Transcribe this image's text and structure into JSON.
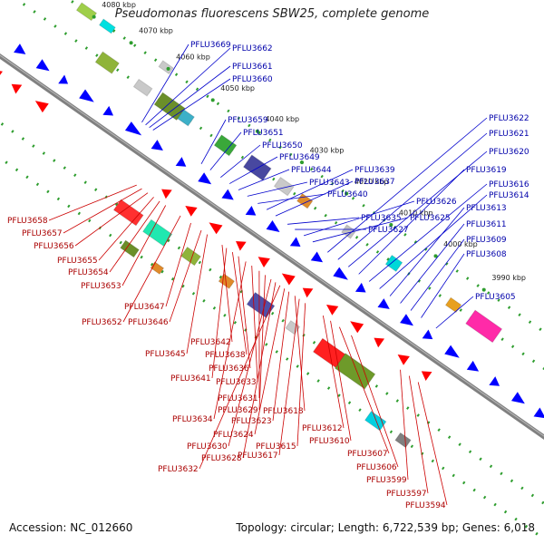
{
  "title": "Pseudomonas fluorescens SBW25, complete genome",
  "footer": {
    "accession": "Accession: NC_012660",
    "summary": "Topology: circular; Length: 6,722,539 bp; Genes: 6,018"
  },
  "colors": {
    "forward": "#0000ff",
    "reverse": "#ff0000",
    "backbone": "#808080",
    "ticks": "#2e9d2e",
    "rna": "#00bfa0"
  },
  "kbp_ticks": [
    "4080 kbp",
    "4070 kbp",
    "4060 kbp",
    "4050 kbp",
    "4040 kbp",
    "4030 kbp",
    "4020 kbp",
    "4010 kbp",
    "4000 kbp",
    "3990 kbp"
  ],
  "labels_forward": [
    "PFLU3669",
    "PFLU3662",
    "PFLU3661",
    "PFLU3660",
    "PFLU3659",
    "PFLU3651",
    "PFLU3650",
    "PFLU3649",
    "PFLU3644",
    "PFLU3643",
    "PFLU3640",
    "PFLU3639",
    "PFLU3637",
    "PFLU3635",
    "PFLU3627",
    "PFLU3626",
    "PFLU3625",
    "PFLU3622",
    "PFLU3621",
    "PFLU3620",
    "PFLU3619",
    "PFLU3616",
    "PFLU3614",
    "PFLU3613",
    "PFLU3611",
    "PFLU3609",
    "PFLU3608",
    "PFLU3605"
  ],
  "labels_reverse": [
    "PFLU3658",
    "PFLU3657",
    "PFLU3656",
    "PFLU3655",
    "PFLU3654",
    "PFLU3653",
    "PFLU3647",
    "PFLU3652",
    "PFLU3646",
    "PFLU3645",
    "PFLU3642",
    "PFLU3641",
    "PFLU3638",
    "PFLU3636",
    "PFLU3634",
    "PFLU3633",
    "PFLU3631",
    "PFLU3629",
    "PFLU3630",
    "PFLU3628",
    "PFLU3632",
    "PFLU3624",
    "PFLU3623",
    "PFLU3618",
    "PFLU3617",
    "PFLU3615",
    "PFLU3612",
    "PFLU3610",
    "PFLU3607",
    "PFLU3606",
    "PFLU3599",
    "PFLU3597",
    "PFLU3594"
  ]
}
